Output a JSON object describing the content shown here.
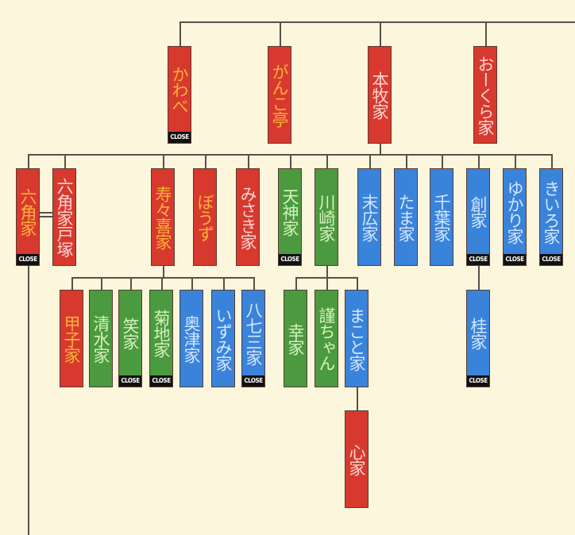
{
  "close_label": "CLOSE",
  "colors": {
    "red": "#d8392e",
    "green": "#4b9a3f",
    "blue": "#3a83da",
    "background": "#fcf6dc"
  },
  "nodes": [
    {
      "id": "kawabe",
      "label": "かわべ",
      "color": "red",
      "text": "orange",
      "close": true
    },
    {
      "id": "gankotei",
      "label": "がんこ亭",
      "color": "red",
      "text": "orange",
      "close": false
    },
    {
      "id": "honmoku",
      "label": "本牧家",
      "color": "red",
      "text": "pink",
      "close": false
    },
    {
      "id": "ookura",
      "label": "おーくら家",
      "color": "red",
      "text": "pink",
      "close": false
    },
    {
      "id": "rokkaku",
      "label": "六角家",
      "color": "red",
      "text": "orange",
      "close": true
    },
    {
      "id": "rokkaku-totsuka",
      "label": "六角家戸塚",
      "color": "red",
      "text": "pink",
      "close": false
    },
    {
      "id": "suzuki",
      "label": "寿々喜家",
      "color": "red",
      "text": "orange",
      "close": false
    },
    {
      "id": "bouzu",
      "label": "ぼうず",
      "color": "red",
      "text": "orange",
      "close": false
    },
    {
      "id": "misaki",
      "label": "みさき家",
      "color": "red",
      "text": "pink",
      "close": false
    },
    {
      "id": "tenjin",
      "label": "天神家",
      "color": "green",
      "text": "green",
      "close": true
    },
    {
      "id": "kawasaki",
      "label": "川崎家",
      "color": "green",
      "text": "green",
      "close": false
    },
    {
      "id": "suehiro",
      "label": "末広家",
      "color": "blue",
      "text": "blue",
      "close": false
    },
    {
      "id": "tama",
      "label": "たま家",
      "color": "blue",
      "text": "blue",
      "close": false
    },
    {
      "id": "chiba",
      "label": "千葉家",
      "color": "blue",
      "text": "blue",
      "close": false
    },
    {
      "id": "hajime",
      "label": "創家",
      "color": "blue",
      "text": "blue",
      "close": true
    },
    {
      "id": "yukari",
      "label": "ゆかり家",
      "color": "blue",
      "text": "blue",
      "close": true
    },
    {
      "id": "kiiro",
      "label": "きいろ家",
      "color": "blue",
      "text": "blue",
      "close": true
    },
    {
      "id": "koshi",
      "label": "甲子家",
      "color": "red",
      "text": "orange",
      "close": false
    },
    {
      "id": "shimizu",
      "label": "清水家",
      "color": "green",
      "text": "green",
      "close": false
    },
    {
      "id": "warai",
      "label": "笑家",
      "color": "green",
      "text": "green",
      "close": true
    },
    {
      "id": "kikuchi",
      "label": "菊地家",
      "color": "green",
      "text": "green",
      "close": true
    },
    {
      "id": "okutsu",
      "label": "奥津家",
      "color": "blue",
      "text": "blue",
      "close": false
    },
    {
      "id": "izumi",
      "label": "いずみ家",
      "color": "blue",
      "text": "blue",
      "close": false
    },
    {
      "id": "hanamizo",
      "label": "八七三家",
      "color": "blue",
      "text": "blue",
      "close": true
    },
    {
      "id": "kou",
      "label": "幸家",
      "color": "green",
      "text": "green",
      "close": false
    },
    {
      "id": "kinchan",
      "label": "謹ちゃん",
      "color": "green",
      "text": "green",
      "close": false
    },
    {
      "id": "makoto",
      "label": "まこと家",
      "color": "blue",
      "text": "blue",
      "close": false
    },
    {
      "id": "katsura",
      "label": "桂家",
      "color": "blue",
      "text": "blue",
      "close": true
    },
    {
      "id": "shin",
      "label": "心家",
      "color": "red",
      "text": "pink",
      "close": false
    }
  ]
}
